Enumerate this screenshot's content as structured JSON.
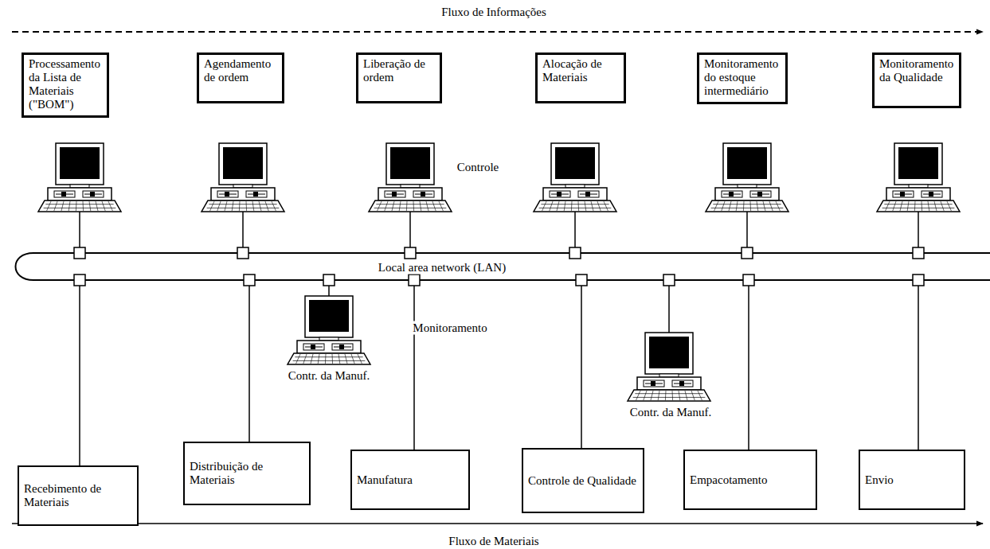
{
  "diagram": {
    "nodes": [
      {
        "text": [
          "Processamento da Lista de Materiais (\"BOM\")"
        ]
      },
      {
        "text": [
          "Agendamento de ordem"
        ]
      },
      {
        "text": [
          "Liberação de ordem"
        ]
      },
      {
        "text": [
          "Alocação de Materiais"
        ]
      },
      {
        "text": [
          "Monitoramento do estoque intermediário"
        ]
      },
      {
        "text": [
          "Monitoramento da Qualidade"
        ]
      },
      {
        "text": [
          "Recebimento de Materiais"
        ]
      },
      {
        "text": [
          "Distribuição de Materiais"
        ]
      },
      {
        "text": [
          "Manufatura"
        ]
      },
      {
        "text": [
          "Controle de Qualidade"
        ]
      },
      {
        "text": [
          "Empacotamento"
        ]
      },
      {
        "text": [
          "Envio"
        ]
      }
    ],
    "labels": [
      "Fluxo de Informações",
      "Controle",
      "Local area network (LAN)",
      "Monitoramento",
      "Contr. da Manuf.",
      "Contr. da Manuf.",
      "Fluxo de Materiais"
    ]
  }
}
